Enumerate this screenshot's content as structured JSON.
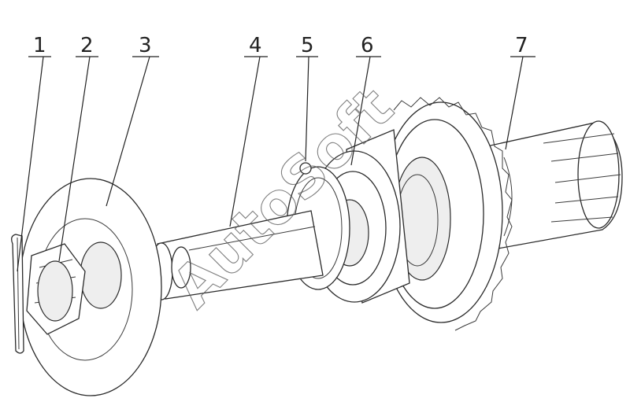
{
  "callouts": [
    {
      "number": "1"
    },
    {
      "number": "2"
    },
    {
      "number": "3"
    },
    {
      "number": "4"
    },
    {
      "number": "5"
    },
    {
      "number": "6"
    },
    {
      "number": "7"
    }
  ],
  "watermark": {
    "text": "AutoSoft"
  }
}
